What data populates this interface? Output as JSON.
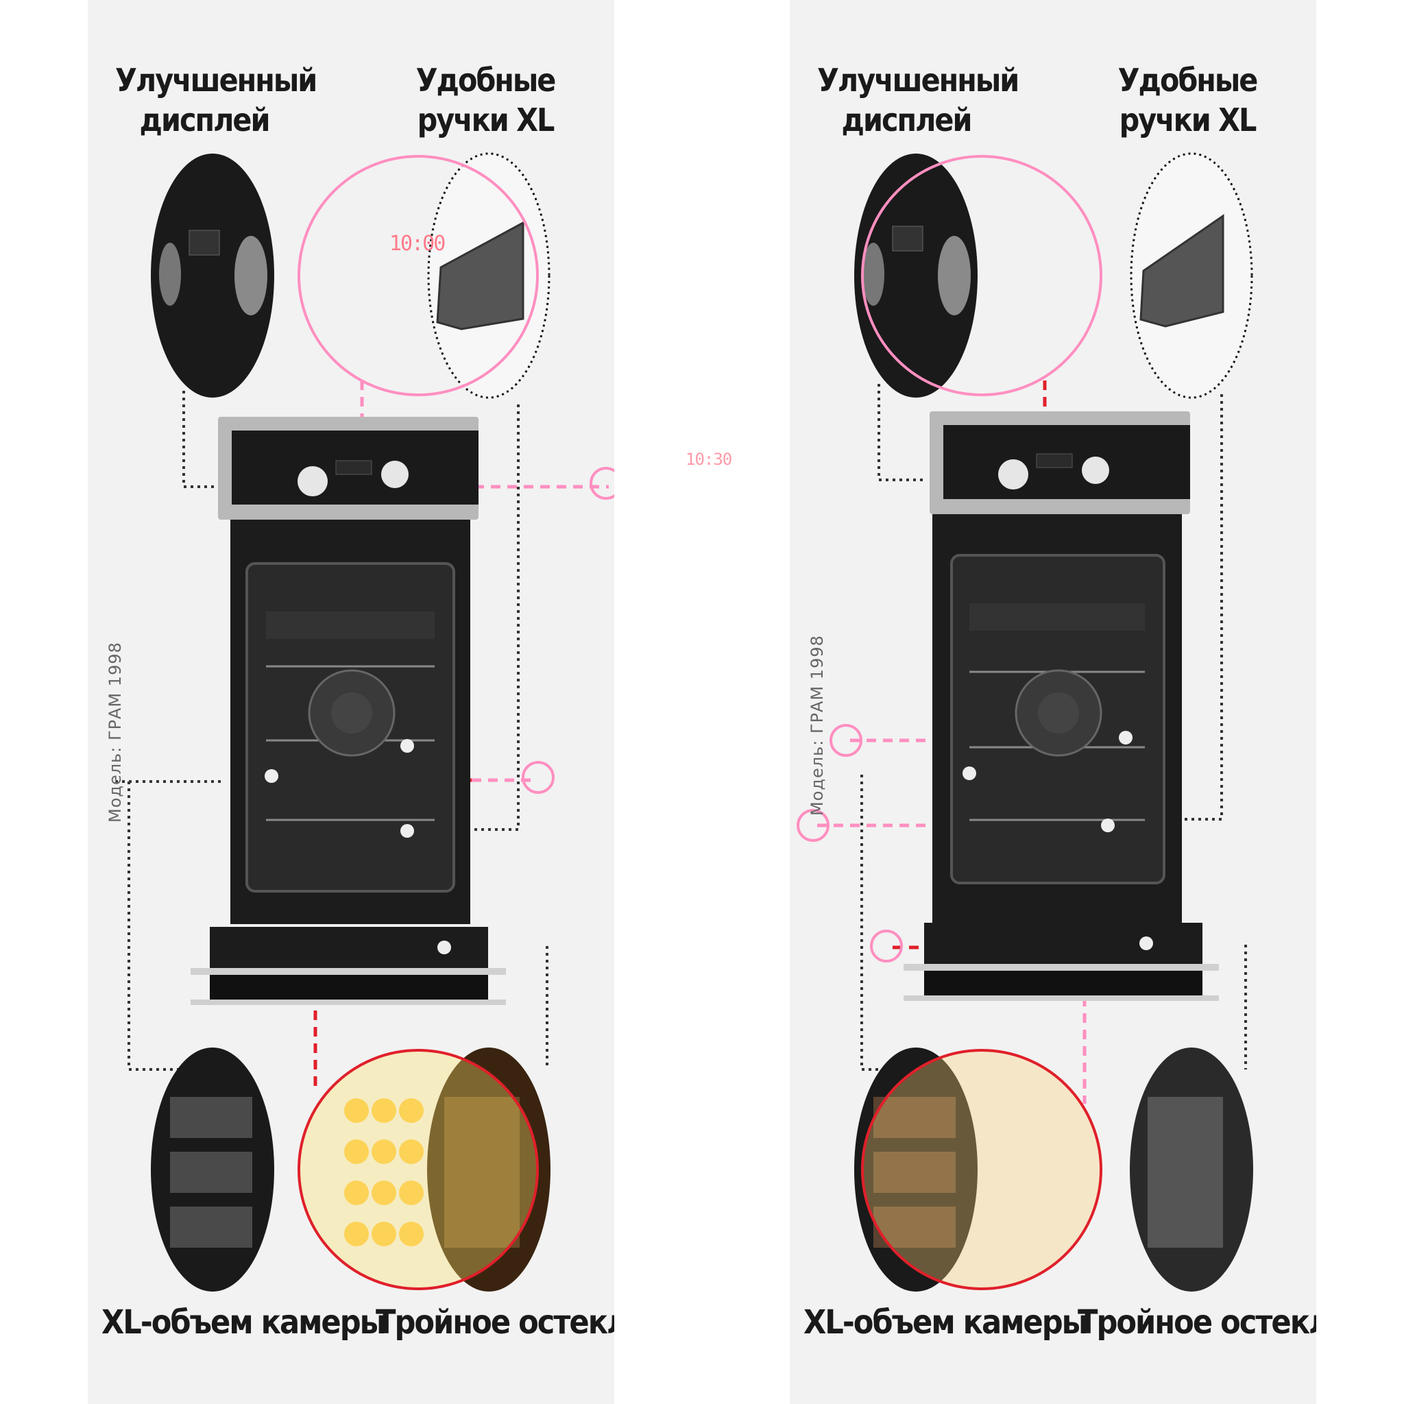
{
  "left_panel": {
    "top_left_label": [
      "Улучшенный",
      "дисплей"
    ],
    "top_right_label": [
      "Удобные",
      "ручки XL"
    ],
    "bottom_left_label": "XL-объем камеры",
    "bottom_right_label": "Тройное остекление",
    "vertical_label": "Модель: ГРАМ 1998",
    "display_readout": "10:00"
  },
  "right_panel": {
    "top_left_label": [
      "Улучшенный",
      "дисплей"
    ],
    "top_right_label": [
      "Удобные",
      "ручки XL"
    ],
    "bottom_left_label": "XL-объем камеры",
    "bottom_right_label": "Тройное остекление",
    "vertical_label": "Модель: ГРАМ 1998"
  },
  "center_readout": "10:30",
  "colors": {
    "accent_pink": "#ff8fc0",
    "accent_red": "#e0202a",
    "panel_bg": "#f2f2f2",
    "dark": "#1c1c1c"
  }
}
